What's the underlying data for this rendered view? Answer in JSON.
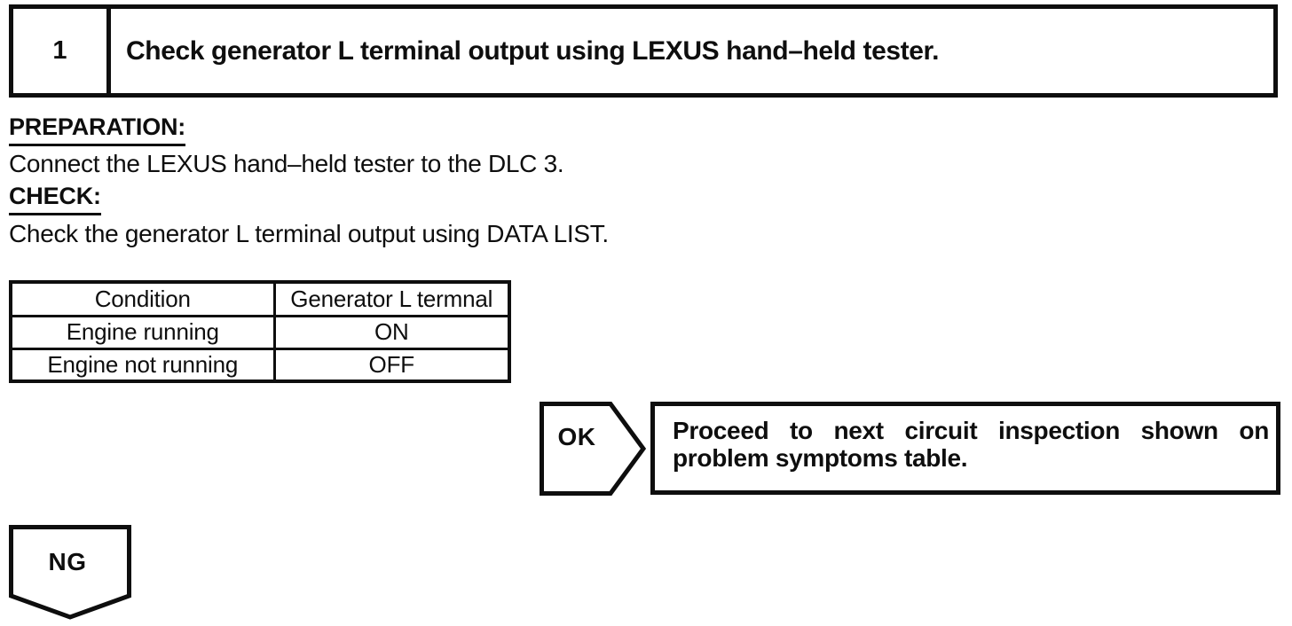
{
  "step": {
    "number": "1",
    "title": "Check generator L terminal output using LEXUS hand–held tester."
  },
  "sections": {
    "preparation_label": "PREPARATION:",
    "preparation_text": "Connect the LEXUS hand–held tester to the DLC 3.",
    "check_label": "CHECK:",
    "check_text": "Check the generator L terminal output using DATA LIST."
  },
  "table": {
    "headers": [
      "Condition",
      "Generator L termnal"
    ],
    "rows": [
      {
        "condition": "Engine running",
        "value": "ON"
      },
      {
        "condition": "Engine not running",
        "value": "OFF"
      }
    ]
  },
  "ok_branch": {
    "label": "OK",
    "line1": "Proceed to next circuit inspection shown on",
    "line2": "problem symptoms table."
  },
  "ng_branch": {
    "label": "NG"
  },
  "colors": {
    "ink": "#0e0e0e",
    "paper": "#ffffff"
  }
}
